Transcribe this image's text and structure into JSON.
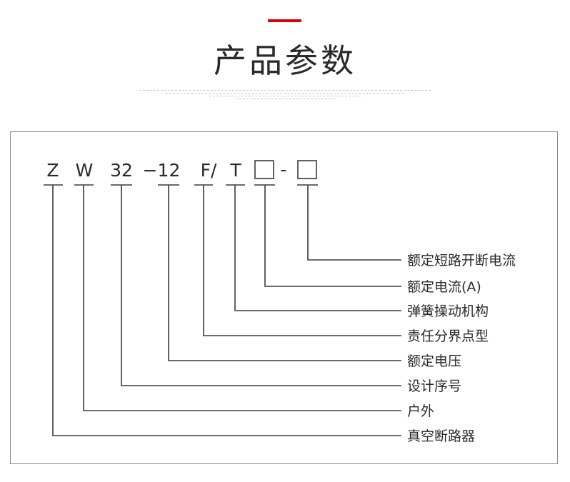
{
  "header": {
    "title": "产品参数",
    "accent_color": "#e00000"
  },
  "model_code": {
    "segments": [
      "Z",
      "W",
      "32",
      "−12",
      "F/",
      "T",
      "-"
    ]
  },
  "legend": {
    "items": [
      "额定短路开断电流",
      "额定电流(A)",
      "弹簧操动机构",
      "责任分界点型",
      "额定电压",
      "设计序号",
      "户外",
      "真空断路器"
    ]
  }
}
